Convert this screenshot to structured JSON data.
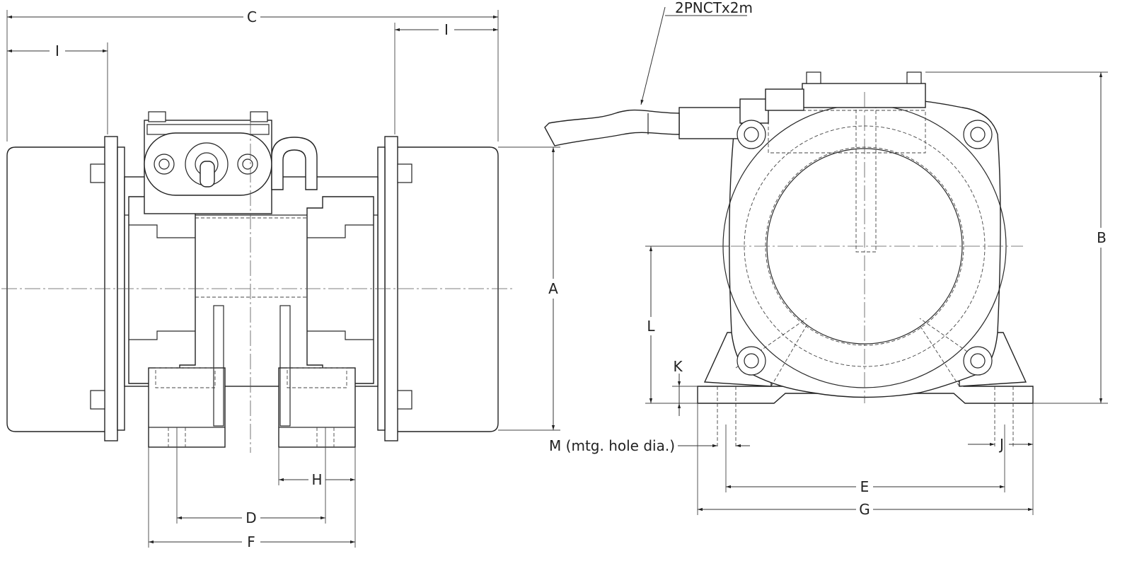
{
  "labels": {
    "A": "A",
    "B": "B",
    "C": "C",
    "D": "D",
    "E": "E",
    "F": "F",
    "G": "G",
    "H": "H",
    "I_left": "I",
    "I_right": "I",
    "J": "J",
    "K": "K",
    "L": "L",
    "M": "M (mtg. hole dia.)",
    "cable": "2PNCTx2m"
  }
}
